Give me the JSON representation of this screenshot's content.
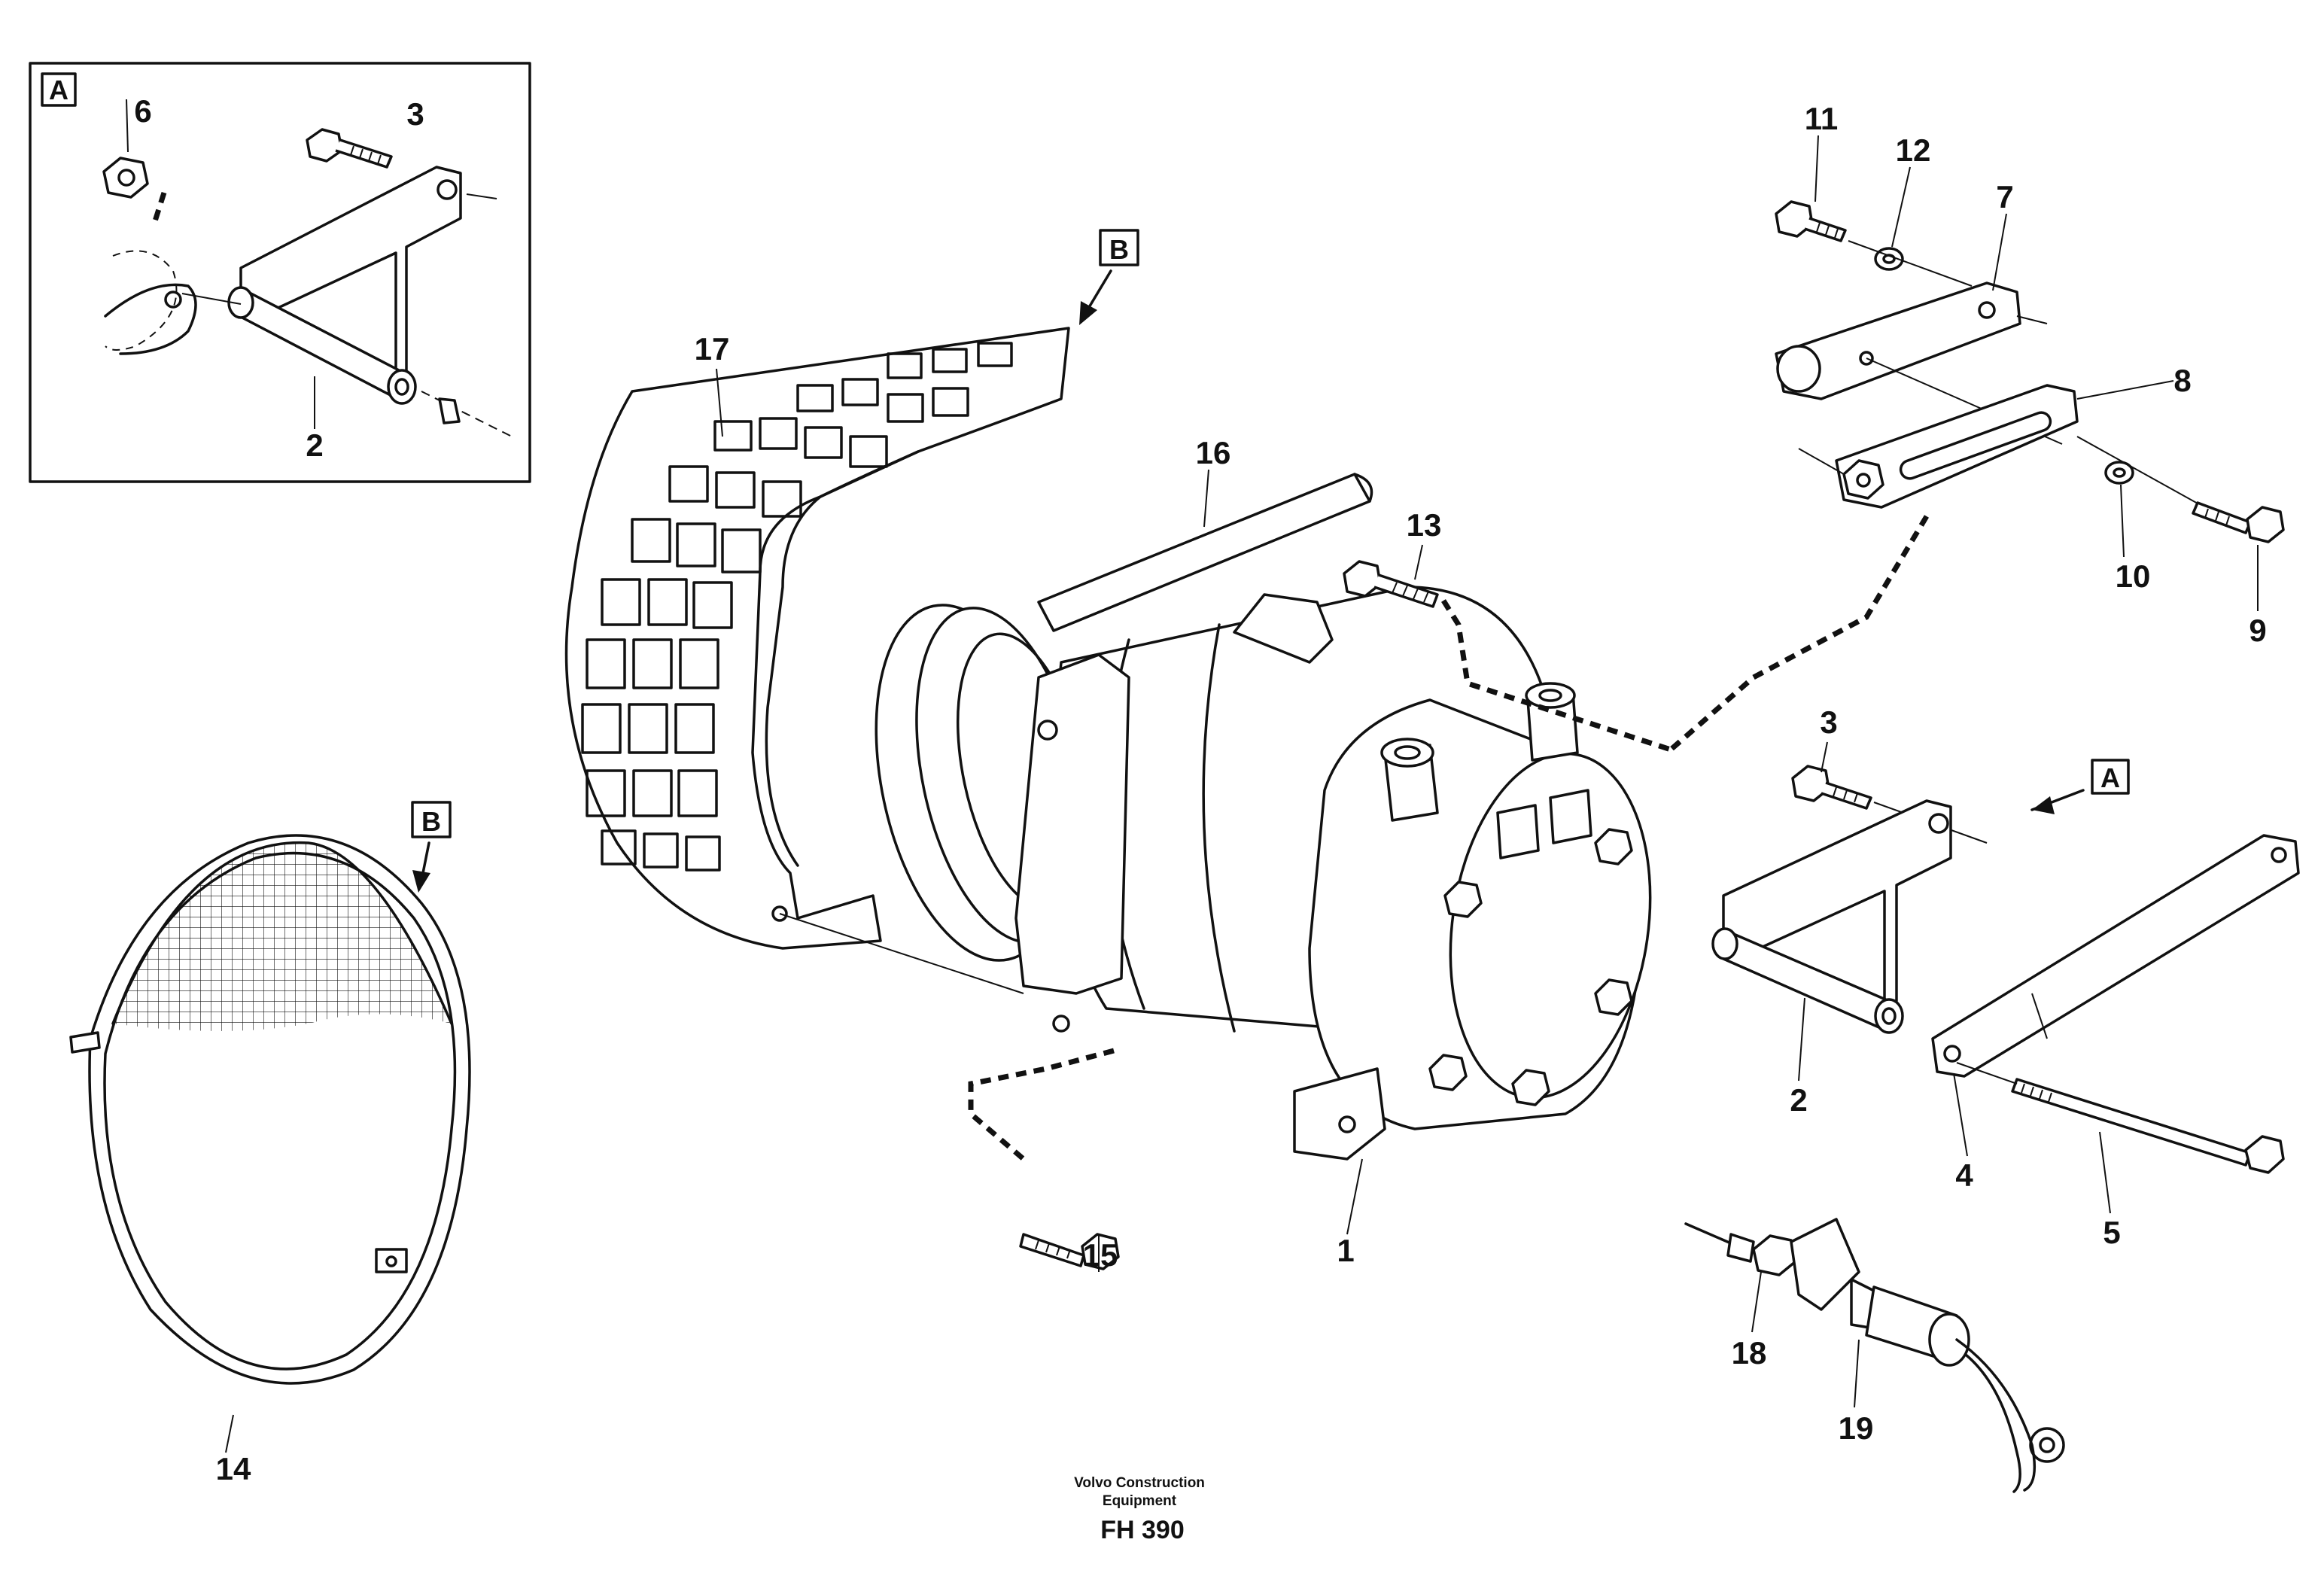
{
  "diagram": {
    "detail_labels": {
      "a": "A",
      "b": "B"
    },
    "callouts": {
      "c1": "1",
      "c2": "2",
      "c3": "3",
      "c4": "4",
      "c5": "5",
      "c6": "6",
      "c7": "7",
      "c8": "8",
      "c9": "9",
      "c10": "10",
      "c11": "11",
      "c12": "12",
      "c13": "13",
      "c14": "14",
      "c15": "15",
      "c16": "16",
      "c17": "17",
      "c18": "18",
      "c19": "19"
    },
    "footer": {
      "brand_line1": "Volvo Construction",
      "brand_line2": "Equipment",
      "model": "FH 390"
    }
  }
}
